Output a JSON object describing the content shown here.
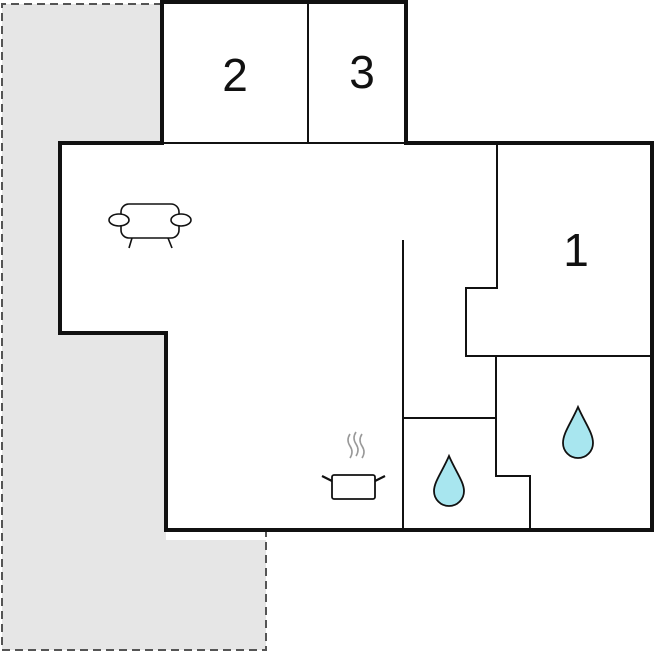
{
  "floorplan": {
    "rooms": [
      {
        "id": "room-1",
        "number": "1",
        "type": "bedroom"
      },
      {
        "id": "room-2",
        "number": "2",
        "type": "bedroom"
      },
      {
        "id": "room-3",
        "number": "3",
        "type": "bedroom"
      }
    ],
    "icons": {
      "living": "sofa-icon",
      "kitchen": "cooking-pot-icon",
      "bathroom_1": "water-drop-icon",
      "bathroom_2": "water-drop-icon"
    },
    "outdoor_area": "terrace",
    "colors": {
      "wall": "#111111",
      "outdoor_fill": "#e6e6e6",
      "outdoor_border": "#555555",
      "water_fill": "#a8e6ef",
      "steam": "#999999"
    }
  }
}
